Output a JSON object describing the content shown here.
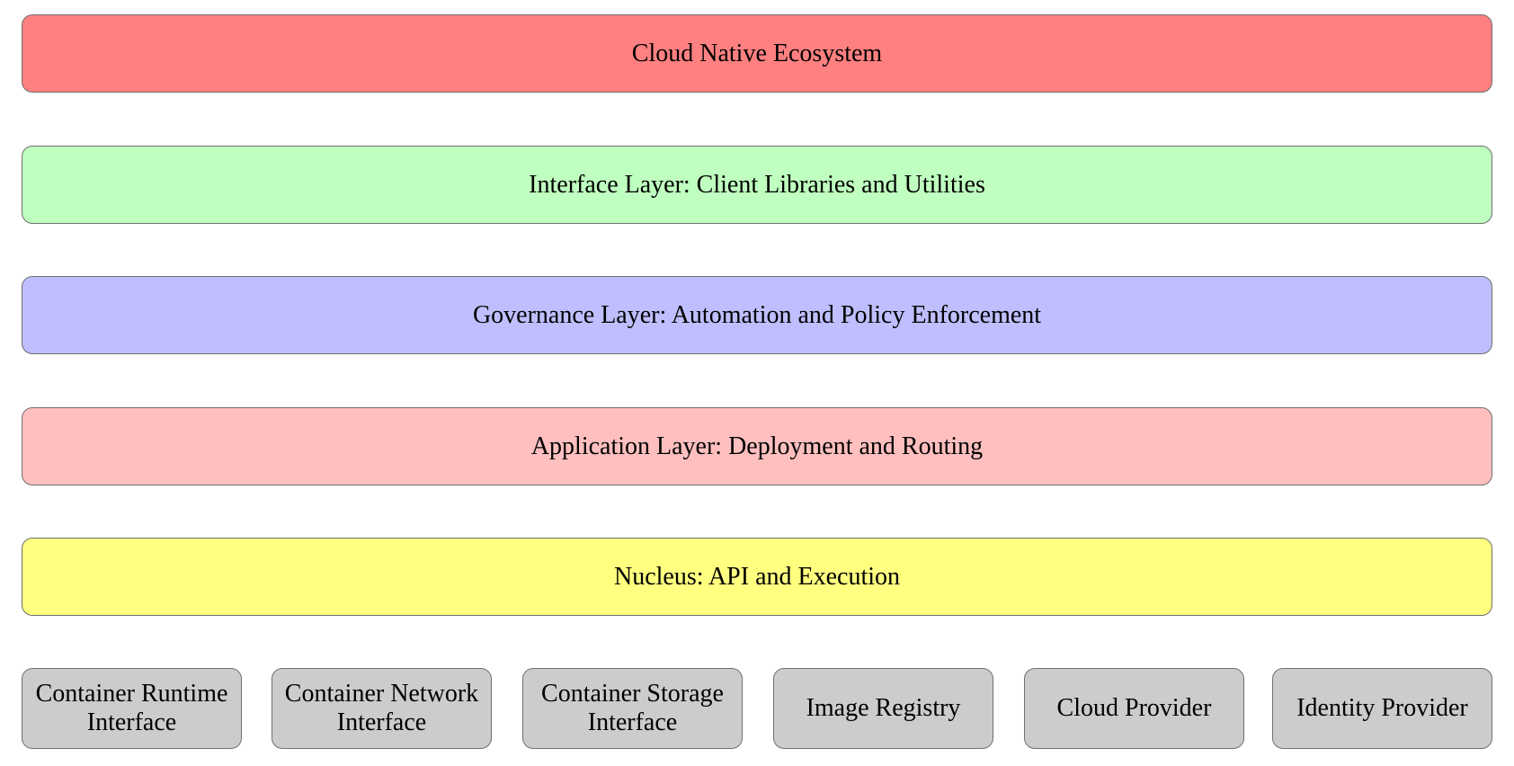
{
  "diagram": {
    "layers": [
      {
        "label": "Cloud Native Ecosystem",
        "color": "#ff8080"
      },
      {
        "label": "Interface Layer: Client Libraries and Utilities",
        "color": "#bfffbf"
      },
      {
        "label": "Governance Layer: Automation and Policy Enforcement",
        "color": "#bfbfff"
      },
      {
        "label": "Application Layer: Deployment and Routing",
        "color": "#ffbfbf"
      },
      {
        "label": "Nucleus: API and Execution",
        "color": "#ffff80"
      }
    ],
    "components": [
      {
        "label": "Container Runtime\nInterface"
      },
      {
        "label": "Container Network\nInterface"
      },
      {
        "label": "Container Storage\nInterface"
      },
      {
        "label": "Image Registry"
      },
      {
        "label": "Cloud Provider"
      },
      {
        "label": "Identity Provider"
      }
    ],
    "component_color": "#cccccc",
    "border_color": "#6f6f6f"
  }
}
